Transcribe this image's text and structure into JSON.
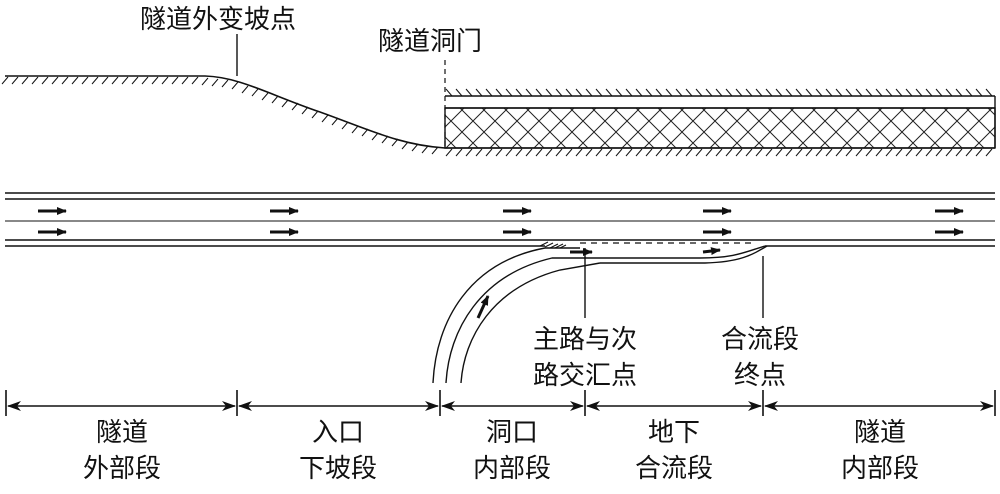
{
  "labels": {
    "outer_grade_point": "隧道外变坡点",
    "portal": "隧道洞门",
    "junction": [
      "主路与次",
      "路交汇点"
    ],
    "merge_end": [
      "合流段",
      "终点"
    ]
  },
  "segments": [
    {
      "line1": "隧道",
      "line2": "外部段"
    },
    {
      "line1": "入口",
      "line2": "下坡段"
    },
    {
      "line1": "洞口",
      "line2": "内部段"
    },
    {
      "line1": "地下",
      "line2": "合流段"
    },
    {
      "line1": "隧道",
      "line2": "内部段"
    }
  ]
}
